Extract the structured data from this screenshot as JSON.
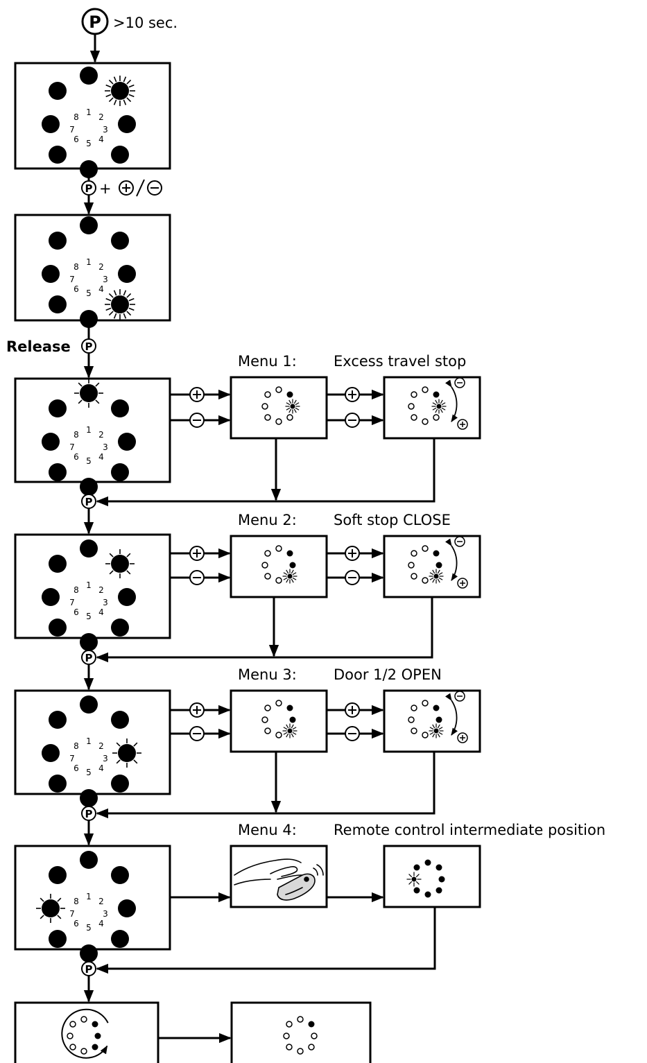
{
  "start": {
    "key": "P",
    "duration": ">10 sec."
  },
  "combo": {
    "key": "P",
    "plus": "+",
    "ops": "+/−"
  },
  "release": {
    "label": "Release",
    "key": "P"
  },
  "key_p": "P",
  "plus_sign": "+",
  "minus_sign": "−",
  "led_numbers": [
    "1",
    "2",
    "3",
    "4",
    "5",
    "6",
    "7",
    "8"
  ],
  "menus": [
    {
      "label": "Menu 1:",
      "title": "Excess travel stop"
    },
    {
      "label": "Menu 2:",
      "title": "Soft stop CLOSE"
    },
    {
      "label": "Menu 3:",
      "title": "Door 1/2 OPEN"
    },
    {
      "label": "Menu 4:",
      "title": "Remote control intermediate position"
    }
  ]
}
